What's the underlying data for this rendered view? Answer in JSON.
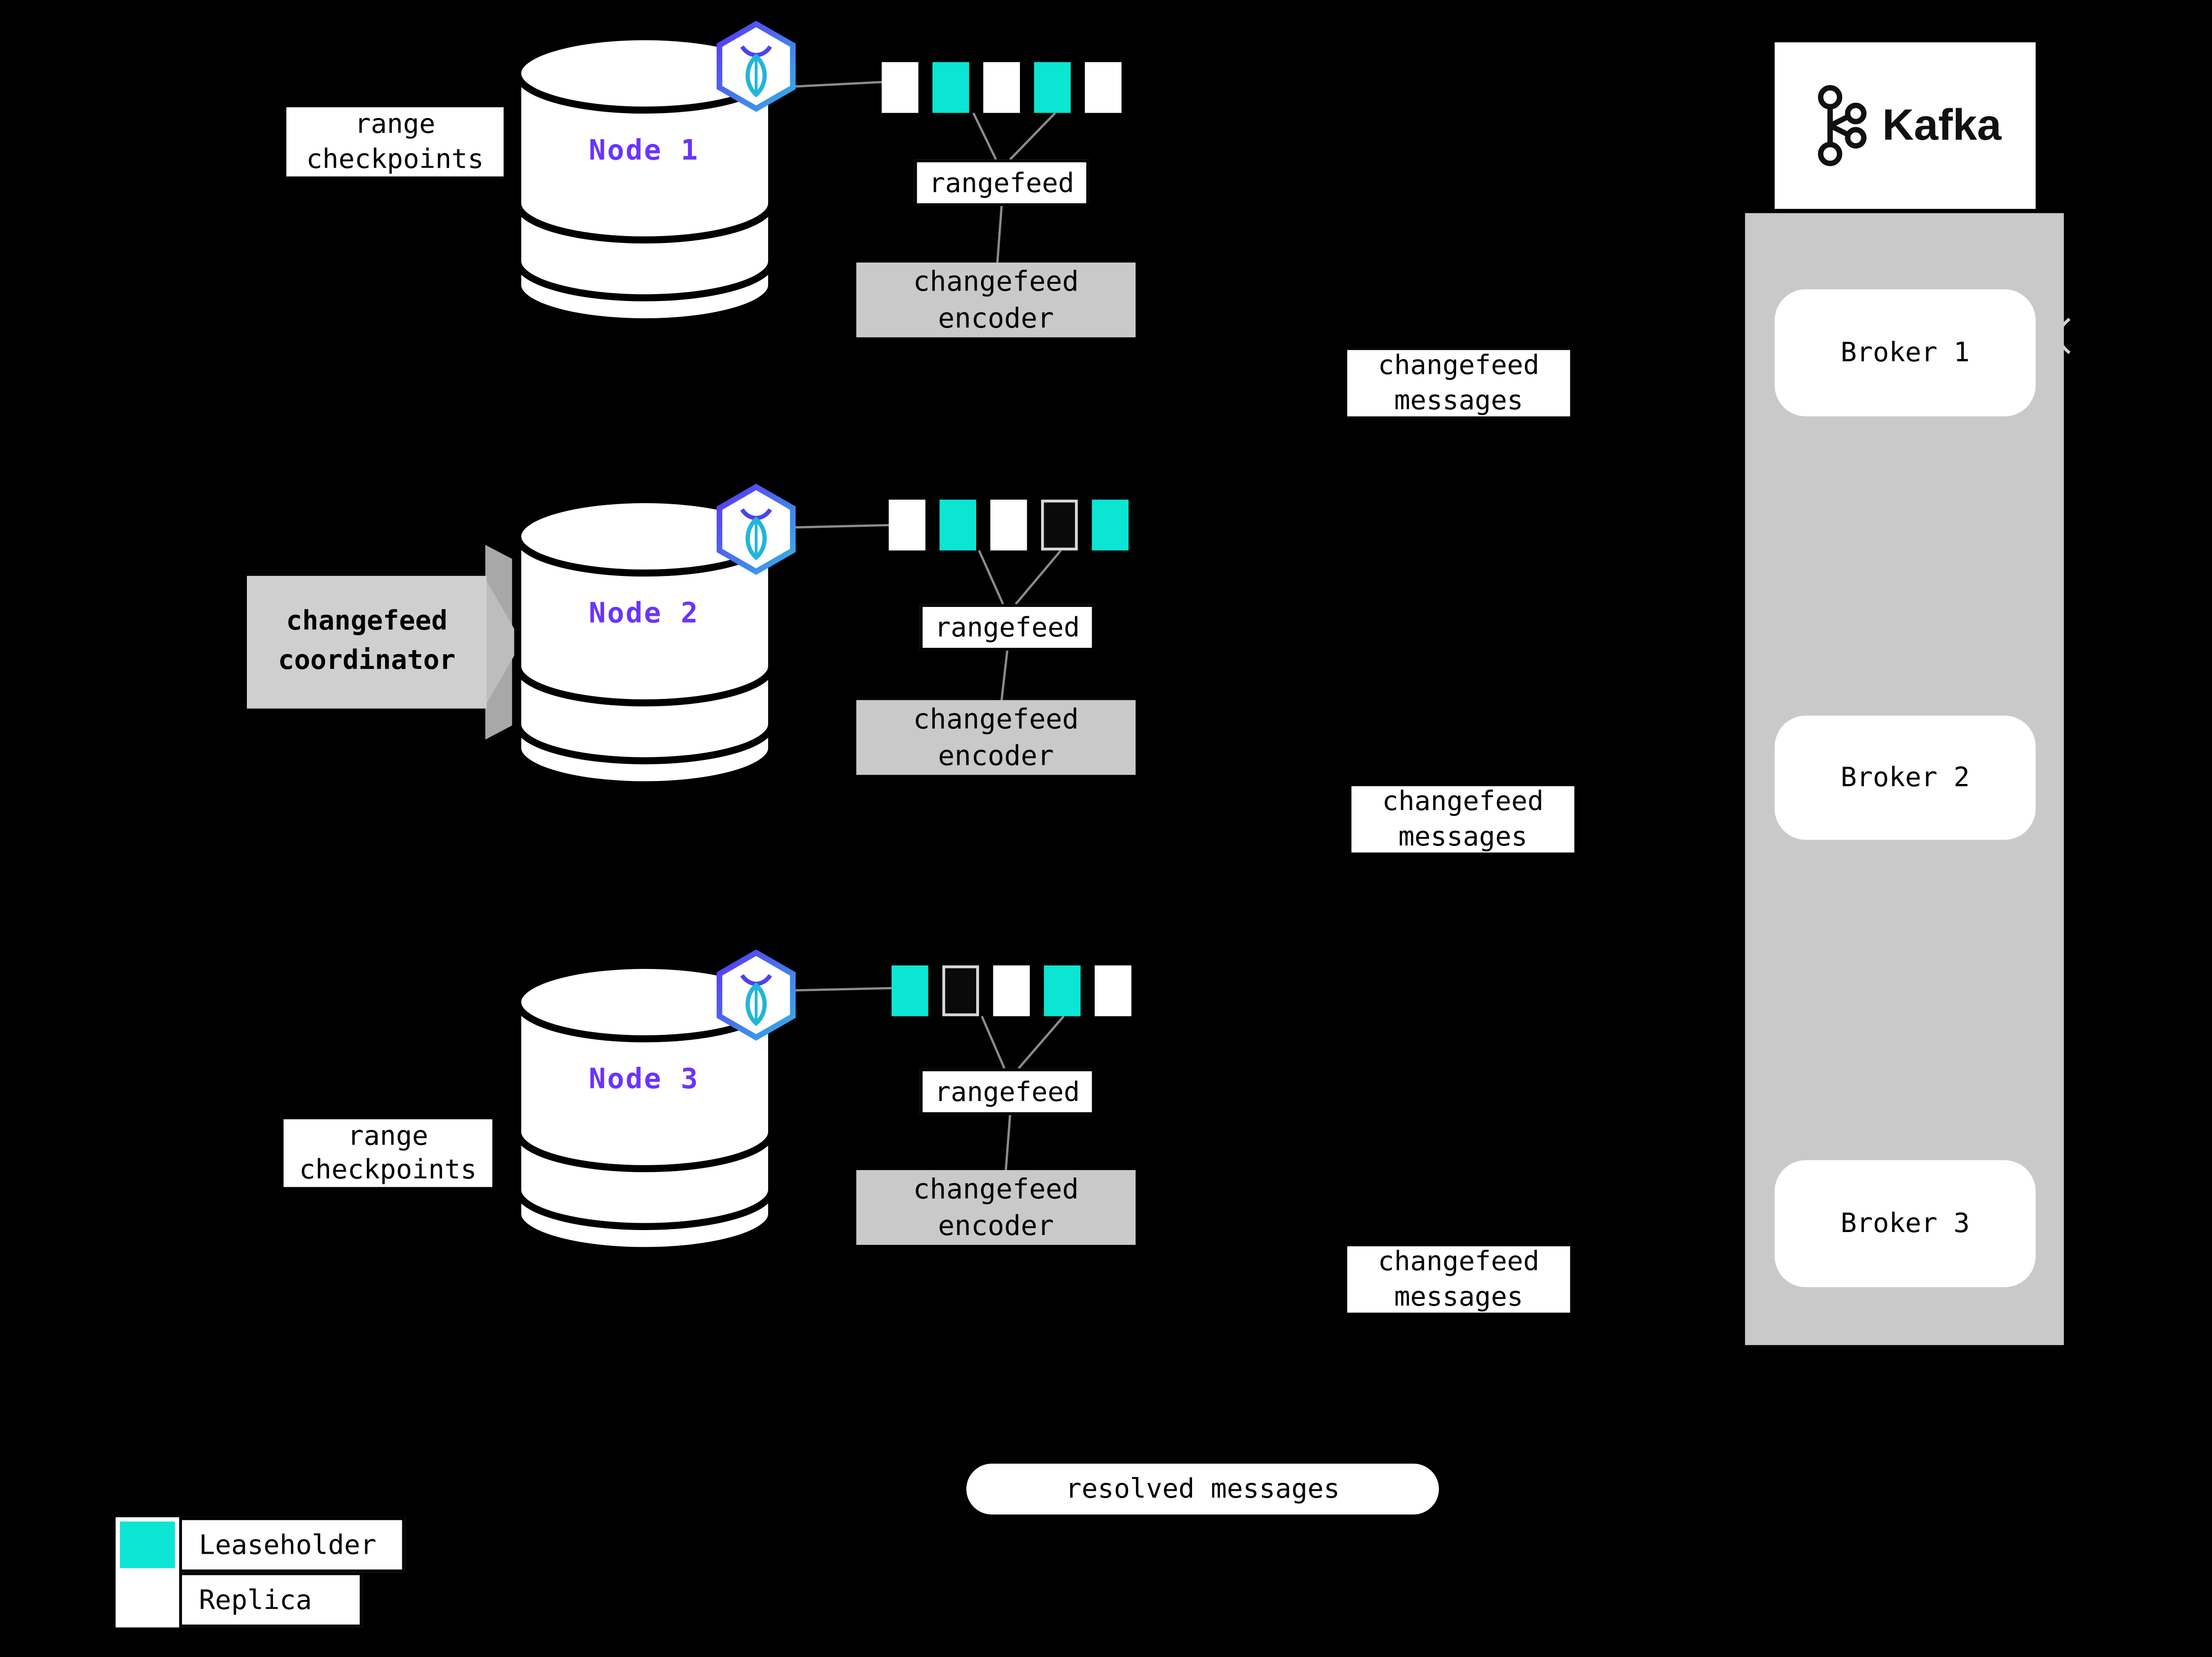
{
  "colors": {
    "background": "#000000",
    "teal": "#0be5d2",
    "purple": "#6933ff",
    "graybox": "#c9c9c9",
    "stripgray": "#a8a8a8"
  },
  "icons": {
    "cockroach": "cockroachdb-logo",
    "kafka": "kafka-logo"
  },
  "nodes": [
    {
      "label": "Node 1",
      "replicas": [
        "replica",
        "leaseholder",
        "replica",
        "leaseholder",
        "replica"
      ]
    },
    {
      "label": "Node 2",
      "replicas": [
        "replica",
        "leaseholder",
        "replica",
        "outline",
        "leaseholder"
      ]
    },
    {
      "label": "Node 3",
      "replicas": [
        "leaseholder",
        "outline",
        "replica",
        "leaseholder",
        "replica"
      ]
    }
  ],
  "labels": {
    "rangefeed": "rangefeed",
    "changefeed_encoder": "changefeed encoder",
    "changefeed_messages": "changefeed messages",
    "range_checkpoints": "range checkpoints",
    "changefeed_coordinator": "changefeed coordinator",
    "resolved_messages": "resolved messages"
  },
  "kafka": {
    "title": "Kafka",
    "brokers": [
      {
        "label": "Broker 1"
      },
      {
        "label": "Broker 2"
      },
      {
        "label": "Broker 3"
      }
    ]
  },
  "legend": {
    "items": [
      {
        "type": "leaseholder",
        "label": "Leaseholder"
      },
      {
        "type": "replica",
        "label": "Replica"
      }
    ]
  }
}
